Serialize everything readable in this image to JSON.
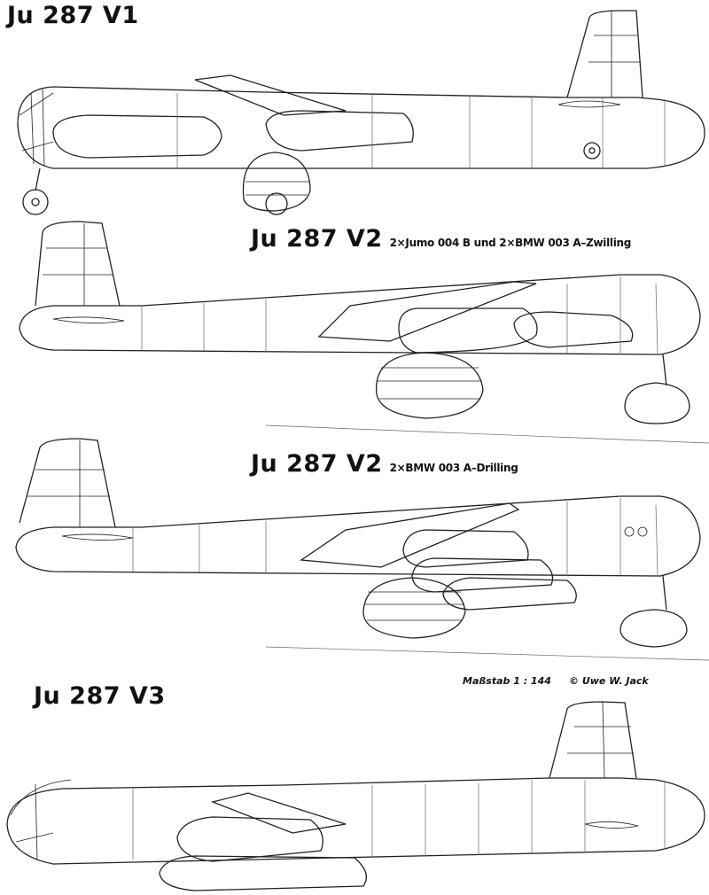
{
  "titles": {
    "v1": "Ju 287 V1",
    "v2a": "Ju 287 V2",
    "v2a_sub": "2×Jumo 004 B  und  2×BMW 003 A–Zwilling",
    "v2b": "Ju 287 V2",
    "v2b_sub": "2×BMW 003 A–Drilling",
    "v3": "Ju 287 V3"
  },
  "scale_note": "Maßstab 1 : 144",
  "credit": "© Uwe W. Jack"
}
